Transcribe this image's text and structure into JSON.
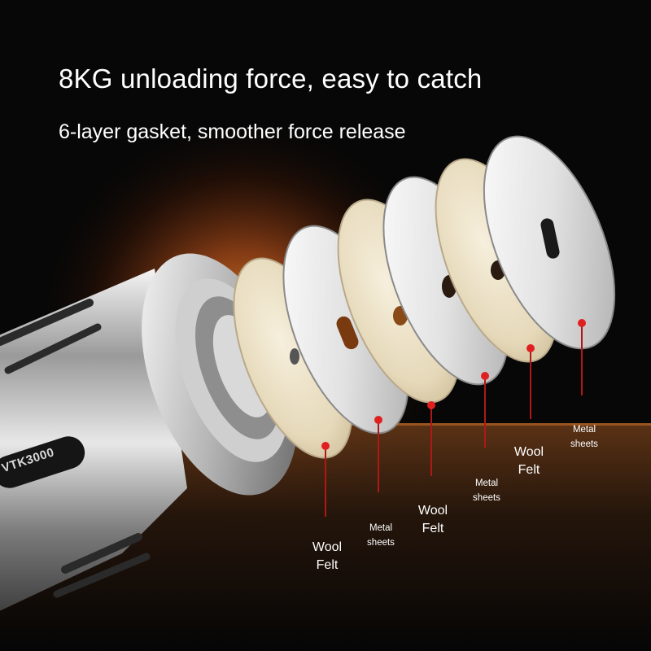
{
  "headline": "8KG unloading force, easy to catch",
  "subheadline": "6-layer gasket, smoother force release",
  "reel_model": "VTK3000",
  "callouts": [
    {
      "text": "Wool\nFelt",
      "size": "big"
    },
    {
      "text": "Metal\nsheets",
      "size": "small"
    },
    {
      "text": "Wool\nFelt",
      "size": "big"
    },
    {
      "text": "Metal\nsheets",
      "size": "small"
    },
    {
      "text": "Wool\nFelt",
      "size": "big"
    },
    {
      "text": "Metal\nsheets",
      "size": "small"
    }
  ],
  "colors": {
    "background": "#070707",
    "sunset": "#e0741c",
    "marker_red": "#e02020",
    "felt": "#eadfc4",
    "metal": "#dcdcdc"
  }
}
